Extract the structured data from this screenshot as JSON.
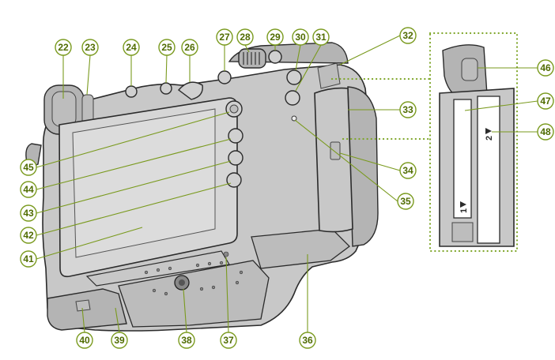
{
  "colors": {
    "callout": "#7a9a1e",
    "callout_text": "#4f6b00",
    "camera_body": "#c8c8c8",
    "outline": "#2b2b2b"
  },
  "callouts": [
    "22",
    "23",
    "24",
    "25",
    "26",
    "27",
    "28",
    "29",
    "30",
    "31",
    "32",
    "33",
    "34",
    "35",
    "36",
    "37",
    "38",
    "39",
    "40",
    "41",
    "42",
    "43",
    "44",
    "45",
    "46",
    "47",
    "48"
  ],
  "slot_labels": {
    "slot1": "1",
    "slot2": "2"
  }
}
